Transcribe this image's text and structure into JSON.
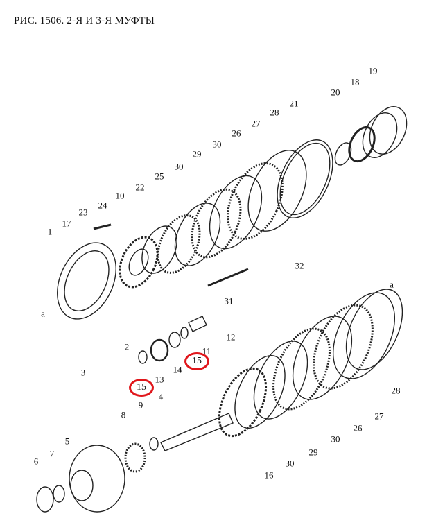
{
  "title": "РИС. 1506. 2-Я И 3-Я МУФТЫ",
  "callouts": [
    "19",
    "18",
    "20",
    "21",
    "28",
    "27",
    "26",
    "30",
    "29",
    "30",
    "25",
    "22",
    "10",
    "24",
    "23",
    "17",
    "1",
    "a",
    "3",
    "2",
    "13",
    "14",
    "15",
    "11",
    "12",
    "32",
    "31",
    "a",
    "15",
    "4",
    "9",
    "8",
    "5",
    "7",
    "6",
    "16",
    "30",
    "29",
    "30",
    "26",
    "27",
    "28"
  ],
  "highlight_color": "#e0161b"
}
